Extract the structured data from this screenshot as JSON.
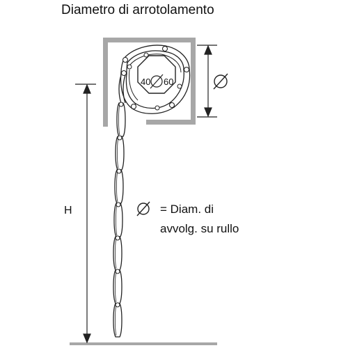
{
  "title": "Diametro di arrotolamento",
  "axle_label": {
    "left": "40",
    "right": "60"
  },
  "height_label": "H",
  "legend": {
    "line1": "= Diam. di",
    "line2": "avvolg. su rullo"
  },
  "colors": {
    "housing": "#a7a7a7",
    "stroke": "#222222",
    "text": "#111111"
  }
}
